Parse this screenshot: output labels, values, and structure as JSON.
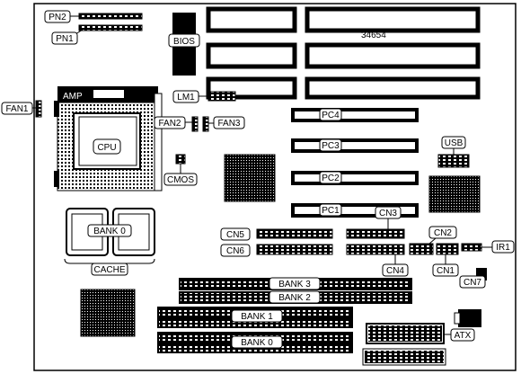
{
  "labels": {
    "pn2": "PN2",
    "pn1": "PN1",
    "bios": "BIOS",
    "board_id": "34654",
    "amp": "AMP",
    "lm1": "LM1",
    "fan1": "FAN1",
    "fan2": "FAN2",
    "fan3": "FAN3",
    "cpu": "CPU",
    "pc4": "PC4",
    "pc3": "PC3",
    "pc2": "PC2",
    "pc1": "PC1",
    "usb": "USB",
    "cmos": "CMOS",
    "bank0_cache": "BANK 0",
    "cache": "CACHE",
    "cn3": "CN3",
    "cn5": "CN5",
    "cn6": "CN6",
    "cn2": "CN2",
    "ir1": "IR1",
    "cn4": "CN4",
    "cn1": "CN1",
    "cn7": "CN7",
    "bank3": "BANK 3",
    "bank2": "BANK 2",
    "bank1": "BANK 1",
    "bank0": "BANK 0",
    "atx": "ATX"
  },
  "colors": {
    "ink": "#000000",
    "paper": "#ffffff"
  }
}
